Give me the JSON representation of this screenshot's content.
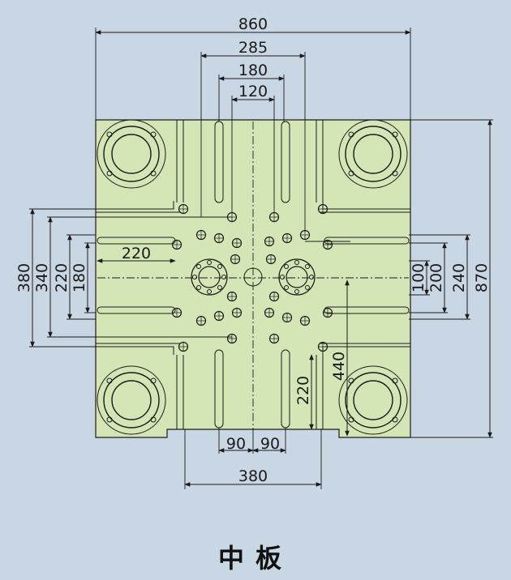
{
  "diagram": {
    "caption": "中板",
    "colors": {
      "background": "#c9d6e3",
      "plate": "#d4e6b5",
      "line": "#1a1a1a"
    },
    "dimensions": {
      "top": [
        "860",
        "285",
        "180",
        "120"
      ],
      "bottom": [
        "380",
        "90",
        "90"
      ],
      "left": [
        "380",
        "340",
        "220",
        "180",
        "220"
      ],
      "right": [
        "100",
        "200",
        "240",
        "870",
        "440",
        "220"
      ]
    }
  }
}
